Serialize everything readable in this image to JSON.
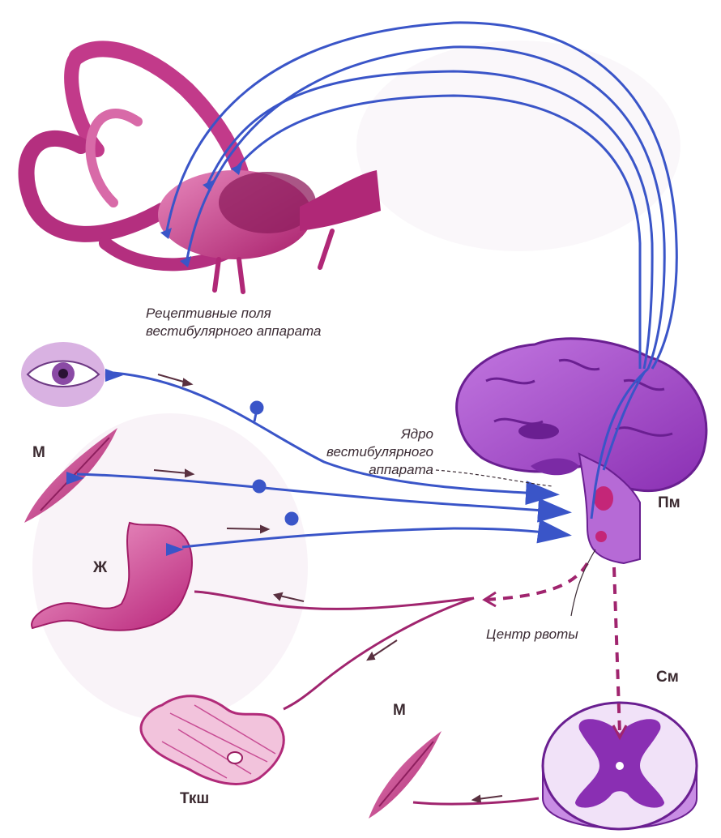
{
  "labels": {
    "receptive_fields": [
      "Рецептивные поля",
      "вестибулярного аппарата"
    ],
    "nucleus": [
      "Ядро",
      "вестибулярного",
      "аппарата"
    ],
    "vomit_center": "Центр рвоты",
    "muscle_top": "М",
    "stomach": "Ж",
    "medulla": "Пм",
    "spinal_cord": "См",
    "muscle_bottom": "М",
    "gi_tissue": "Ткш"
  },
  "colors": {
    "afferent_blue": "#3a55c8",
    "efferent_magenta": "#a0246e",
    "organ_pink": "#c23a8a",
    "brain_purple": "#9a3fc0",
    "faint_bg": "#f1e6ef"
  }
}
